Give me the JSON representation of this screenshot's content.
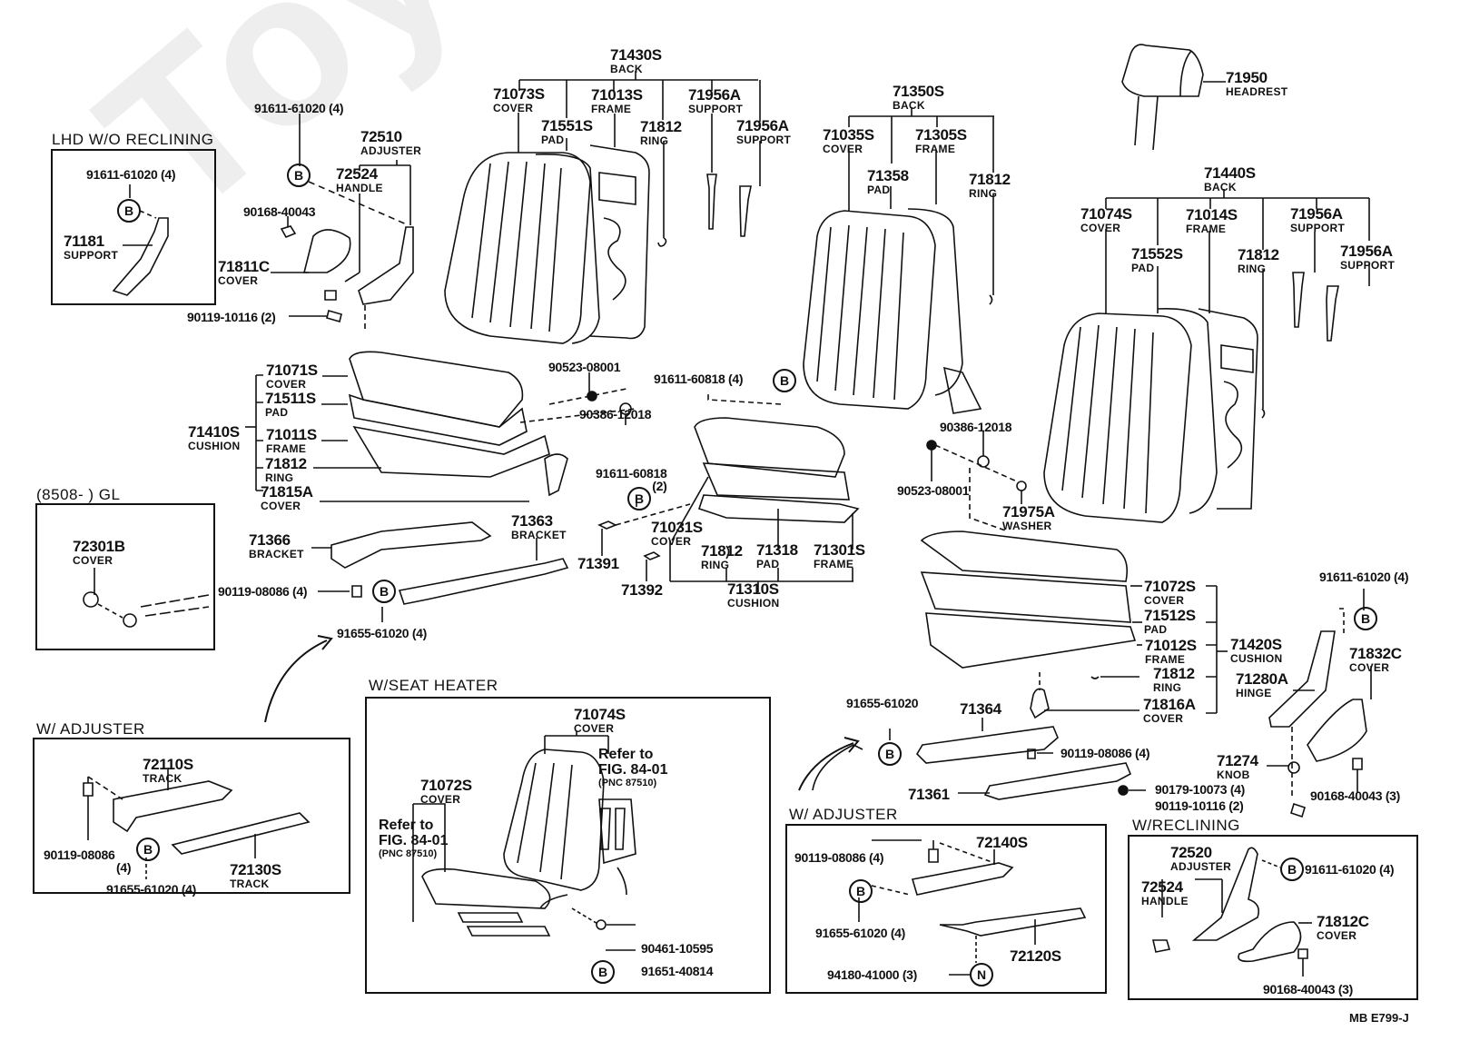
{
  "diagram": {
    "code": "MB  E799-J",
    "watermark": "ToyotaCrown.ru",
    "sections": {
      "lhd": "LHD W/O RECLINING",
      "gl": "(8508-          ) GL",
      "adjuster_left": "W/ ADJUSTER",
      "seat_heater": "W/SEAT HEATER",
      "adjuster_right": "W/ ADJUSTER",
      "reclining": "W/RECLINING"
    },
    "assemblies": {
      "back_left": {
        "pn": "71430S",
        "name": "BACK"
      },
      "back_center": {
        "pn": "71350S",
        "name": "BACK"
      },
      "back_right": {
        "pn": "71440S",
        "name": "BACK"
      },
      "cushion_left": {
        "pn": "71410S",
        "name": "CUSHION"
      },
      "cushion_center": {
        "pn": "71310S",
        "name": "CUSHION"
      },
      "cushion_right": {
        "pn": "71420S",
        "name": "CUSHION"
      },
      "adjuster_top": {
        "pn": "72510",
        "name": "ADJUSTER"
      },
      "adjuster_recl": {
        "pn": "72520",
        "name": "ADJUSTER"
      }
    },
    "parts": {
      "p71073S": {
        "pn": "71073S",
        "name": "COVER"
      },
      "p71551S": {
        "pn": "71551S",
        "name": "PAD"
      },
      "p71013S": {
        "pn": "71013S",
        "name": "FRAME"
      },
      "p71812_a": {
        "pn": "71812",
        "name": "RING"
      },
      "p71956A_a": {
        "pn": "71956A",
        "name": "SUPPORT"
      },
      "p71956A_b": {
        "pn": "71956A",
        "name": "SUPPORT"
      },
      "p71035S": {
        "pn": "71035S",
        "name": "COVER"
      },
      "p71358": {
        "pn": "71358",
        "name": "PAD"
      },
      "p71305S": {
        "pn": "71305S",
        "name": "FRAME"
      },
      "p71812_b": {
        "pn": "71812",
        "name": "RING"
      },
      "p71950": {
        "pn": "71950",
        "name": "HEADREST"
      },
      "p71074S": {
        "pn": "71074S",
        "name": "COVER"
      },
      "p71552S": {
        "pn": "71552S",
        "name": "PAD"
      },
      "p71014S": {
        "pn": "71014S",
        "name": "FRAME"
      },
      "p71812_c": {
        "pn": "71812",
        "name": "RING"
      },
      "p71956A_c": {
        "pn": "71956A",
        "name": "SUPPORT"
      },
      "p71956A_d": {
        "pn": "71956A",
        "name": "SUPPORT"
      },
      "p91611_61020_top": {
        "pn": "91611-61020 (4)"
      },
      "p72524_top": {
        "pn": "72524",
        "name": "HANDLE"
      },
      "p90168_40043_top": {
        "pn": "90168-40043"
      },
      "p71811C": {
        "pn": "71811C",
        "name": "COVER"
      },
      "p90119_10116_top": {
        "pn": "90119-10116 (2)"
      },
      "p91611_61020_lhd": {
        "pn": "91611-61020 (4)"
      },
      "p71181": {
        "pn": "71181",
        "name": "SUPPORT"
      },
      "p71071S": {
        "pn": "71071S",
        "name": "COVER"
      },
      "p71511S": {
        "pn": "71511S",
        "name": "PAD"
      },
      "p71011S": {
        "pn": "71011S",
        "name": "FRAME"
      },
      "p71812_d": {
        "pn": "71812",
        "name": "RING"
      },
      "p71815A": {
        "pn": "71815A",
        "name": "COVER"
      },
      "p90523_08001_a": {
        "pn": "90523-08001"
      },
      "p90386_12018_a": {
        "pn": "90386-12018"
      },
      "p91611_60818_4": {
        "pn": "91611-60818 (4)"
      },
      "p91611_60818_2": {
        "pn": "91611-60818",
        "qty": "(2)"
      },
      "p71366": {
        "pn": "71366",
        "name": "BRACKET"
      },
      "p71363": {
        "pn": "71363",
        "name": "BRACKET"
      },
      "p90119_08086_mid": {
        "pn": "90119-08086 (4)"
      },
      "p91655_61020_mid": {
        "pn": "91655-61020 (4)"
      },
      "p71391": {
        "pn": "71391"
      },
      "p71392": {
        "pn": "71392"
      },
      "p71031S": {
        "pn": "71031S",
        "name": "COVER"
      },
      "p71812_e": {
        "pn": "71812",
        "name": "RING"
      },
      "p71318": {
        "pn": "71318",
        "name": "PAD"
      },
      "p71301S": {
        "pn": "71301S",
        "name": "FRAME"
      },
      "p90386_12018_b": {
        "pn": "90386-12018"
      },
      "p90523_08001_b": {
        "pn": "90523-08001"
      },
      "p71975A": {
        "pn": "71975A",
        "name": "WASHER"
      },
      "p72301B": {
        "pn": "72301B",
        "name": "COVER"
      },
      "p71072S": {
        "pn": "71072S",
        "name": "COVER"
      },
      "p71512S": {
        "pn": "71512S",
        "name": "PAD"
      },
      "p71012S": {
        "pn": "71012S",
        "name": "FRAME"
      },
      "p71812_f": {
        "pn": "71812",
        "name": "RING"
      },
      "p71816A": {
        "pn": "71816A",
        "name": "COVER"
      },
      "p91611_61020_r": {
        "pn": "91611-61020 (4)"
      },
      "p71832C": {
        "pn": "71832C",
        "name": "COVER"
      },
      "p71280A": {
        "pn": "71280A",
        "name": "HINGE"
      },
      "p71274": {
        "pn": "71274",
        "name": "KNOB"
      },
      "p90168_40043_r": {
        "pn": "90168-40043 (3)"
      },
      "p90119_10116_r": {
        "pn": "90119-10116 (2)"
      },
      "p90179_10073": {
        "pn": "90179-10073 (4)"
      },
      "p91655_61020_r": {
        "pn": "91655-61020"
      },
      "p71364": {
        "pn": "71364"
      },
      "p90119_08086_r": {
        "pn": "90119-08086 (4)"
      },
      "p71361": {
        "pn": "71361"
      },
      "p72110S": {
        "pn": "72110S",
        "name": "TRACK"
      },
      "p72130S": {
        "pn": "72130S",
        "name": "TRACK"
      },
      "p90119_08086_adj": {
        "pn": "90119-08086",
        "qty": "(4)"
      },
      "p91655_61020_adj": {
        "pn": "91655-61020 (4)"
      },
      "p71074S_h": {
        "pn": "71074S",
        "name": "COVER"
      },
      "p71072S_h": {
        "pn": "71072S",
        "name": "COVER"
      },
      "ref_back": {
        "line1": "Refer to",
        "line2": "FIG. 84-01",
        "line3": "(PNC 87510)"
      },
      "ref_cush": {
        "line1": "Refer to",
        "line2": "FIG. 84-01",
        "line3": "(PNC 87510)"
      },
      "p90461_10595": {
        "pn": "90461-10595"
      },
      "p91651_40814": {
        "pn": "91651-40814"
      },
      "p72140S": {
        "pn": "72140S"
      },
      "p90119_08086_adj2": {
        "pn": "90119-08086 (4)"
      },
      "p91655_61020_adj2": {
        "pn": "91655-61020 (4)"
      },
      "p72120S": {
        "pn": "72120S"
      },
      "p94180_41000": {
        "pn": "94180-41000 (3)"
      },
      "p72524_recl": {
        "pn": "72524",
        "name": "HANDLE"
      },
      "p91611_61020_recl": {
        "pn": "91611-61020 (4)"
      },
      "p71812C": {
        "pn": "71812C",
        "name": "COVER"
      },
      "p90168_40043_recl": {
        "pn": "90168-40043 (3)"
      }
    },
    "symbols": {
      "bolt": "B",
      "nut": "N"
    }
  }
}
